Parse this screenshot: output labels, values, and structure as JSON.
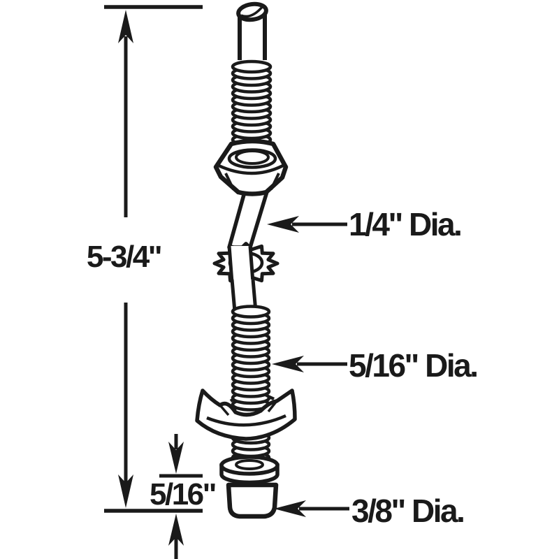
{
  "figure": {
    "type": "line-art technical diagram",
    "subject": "threaded rod assembly with hex nut, star lock washer, bent plate washer, flange washer and hex nut",
    "colors": {
      "ink": "#1a1a1a",
      "background": "#ffffff"
    }
  },
  "dimensions": {
    "overall_length": "5-3/4\"",
    "tip_length": "5/16\"",
    "upper_rod_diameter": "1/4\" Dia.",
    "threaded_rod_diameter": "5/16\" Dia.",
    "bottom_nut_diameter": "3/8\" Dia."
  }
}
